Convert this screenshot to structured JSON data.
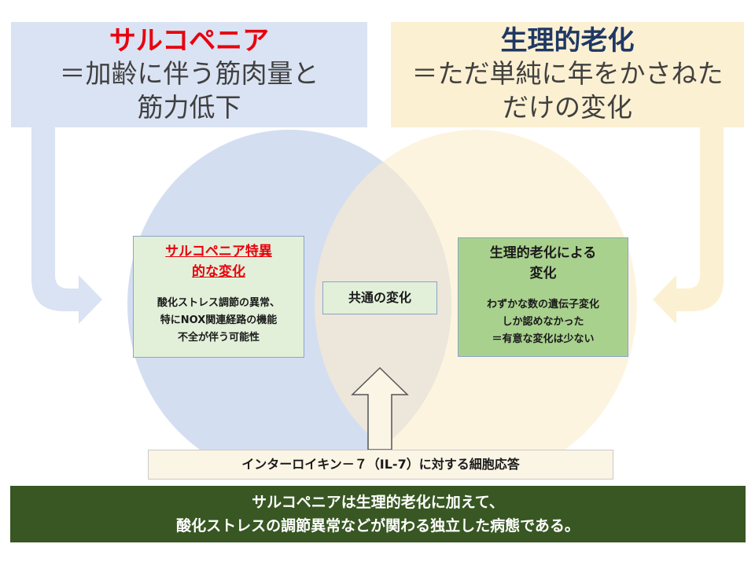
{
  "left_title": {
    "heading": "サルコペニア",
    "subtitle_line1": "＝加齢に伴う筋肉量と",
    "subtitle_line2": "筋力低下",
    "heading_color": "#e8000d"
  },
  "right_title": {
    "heading": "生理的老化",
    "subtitle_line1": "＝ただ単純に年をかさねた",
    "subtitle_line2": "だけの変化",
    "heading_color": "#1f3864"
  },
  "sarcopenia_box": {
    "title_line1": "サルコペニア特異",
    "title_line2": "的な変化",
    "body_line1": "酸化ストレス調節の異常、",
    "body_line2": "特にNOX関連経路の機能",
    "body_line3": "不全が伴う可能性"
  },
  "common_box": {
    "label": "共通の変化"
  },
  "aging_box": {
    "title_line1": "生理的老化による",
    "title_line2": "変化",
    "body_line1": "わずかな数の遺伝子変化",
    "body_line2": "しか認めなかった",
    "body_line3": "＝有意な変化は少ない"
  },
  "il7_box": {
    "label": "インターロイキン－７（IL-7）に対する細胞応答"
  },
  "conclusion": {
    "line1": "サルコペニアは生理的老化に加えて、",
    "line2": "酸化ストレスの調節異常などが関わる独立した病態である。"
  },
  "colors": {
    "left_circle": "#c5d3ec",
    "right_circle": "#fbeccb",
    "left_arrow": "#dae3f3",
    "right_arrow": "#fcf0d2",
    "conclusion_bg": "#385723"
  }
}
